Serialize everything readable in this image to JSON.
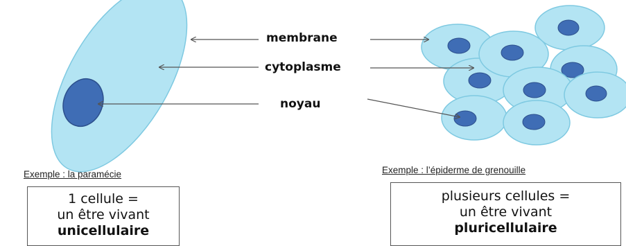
{
  "labels": {
    "membrane": "membrane",
    "cytoplasme": "cytoplasme",
    "noyau": "noyau"
  },
  "left": {
    "example": "Exemple : la paramécie",
    "box": {
      "line1": "1 cellule =",
      "line2": "un être vivant",
      "line3": "unicellulaire"
    }
  },
  "right": {
    "example": "Exemple : l’épiderme de grenouille",
    "box": {
      "line1": "plusieurs cellules =",
      "line2": "un être vivant",
      "line3": "pluricellulaire"
    }
  },
  "colors": {
    "cytoplasm": "#b3e4f3",
    "cytoplasm_edge": "#7ec9e1",
    "nucleus": "#3f6db5",
    "nucleus_edge": "#2c4f8c",
    "arrow": "#555555"
  }
}
